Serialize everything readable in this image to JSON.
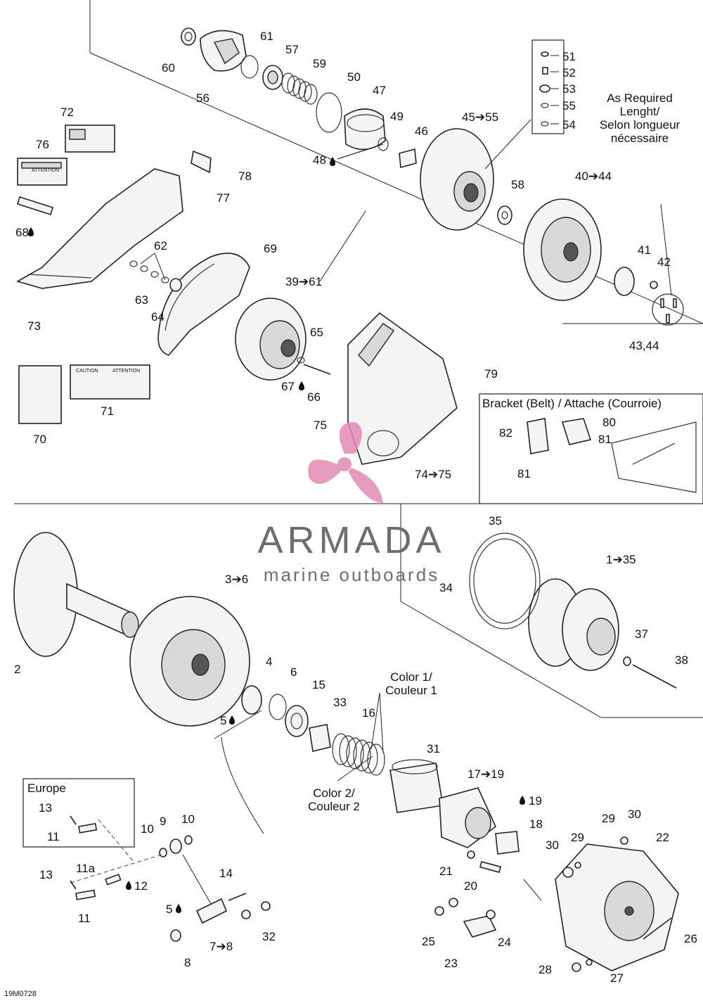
{
  "callouts": {
    "c1": "1➔35",
    "c2": "2",
    "c3": "3➔6",
    "c4": "4",
    "c5a": "5",
    "c5b": "5",
    "c6": "6",
    "c7": "7➔8",
    "c8": "8",
    "c9": "9",
    "c10a": "10",
    "c10b": "10",
    "c11a": "11",
    "c11b": "11",
    "c11c": "11a",
    "c12": "12",
    "c13a": "13",
    "c13b": "13",
    "c14": "14",
    "c15": "15",
    "c16": "16",
    "c17": "17➔19",
    "c18": "18",
    "c19": "19",
    "c20": "20",
    "c21": "21",
    "c22": "22",
    "c23": "23",
    "c24": "24",
    "c25": "25",
    "c26": "26",
    "c27": "27",
    "c28": "28",
    "c29a": "29",
    "c29b": "29",
    "c30a": "30",
    "c30b": "30",
    "c31": "31",
    "c32": "32",
    "c33": "33",
    "c34": "34",
    "c35": "35",
    "c37": "37",
    "c38": "38",
    "c39": "39➔61",
    "c40": "40➔44",
    "c41": "41",
    "c42": "42",
    "c43": "43,44",
    "c45": "45➔55",
    "c46": "46",
    "c47": "47",
    "c48": "48",
    "c49": "49",
    "c50": "50",
    "c51": "51",
    "c52": "52",
    "c53": "53",
    "c54": "54",
    "c55": "55",
    "c56": "56",
    "c57": "57",
    "c58": "58",
    "c59": "59",
    "c60": "60",
    "c61": "61",
    "c62": "62",
    "c63": "63",
    "c64": "64",
    "c65": "65",
    "c66": "66",
    "c67": "67",
    "c68": "68",
    "c69": "69",
    "c70": "70",
    "c71": "71",
    "c72": "72",
    "c73": "73",
    "c74": "74➔75",
    "c75": "75",
    "c76": "76",
    "c77": "77",
    "c78": "78",
    "c79": "79",
    "c80": "80",
    "c81a": "81",
    "c81b": "81",
    "c82": "82"
  },
  "notes": {
    "as_required_1": "As Required",
    "as_required_2": "Lenght/",
    "as_required_3": "Selon longueur",
    "as_required_4": "nécessaire",
    "bracket_title": "Bracket (Belt) / Attache (Courroie)",
    "europe": "Europe",
    "color1_1": "Color 1/",
    "color1_2": "Couleur 1",
    "color2_1": "Color 2/",
    "color2_2": "Couleur 2",
    "drawing_code": "19M0728"
  },
  "watermark": {
    "brand": "ARMADA",
    "tagline": "marine outboards",
    "color": "#e38ab5"
  },
  "label_panels": {
    "l71_a": "CAUTION",
    "l71_b": "ATTENTION",
    "l76": "ATTENTION"
  },
  "icons": [
    "drop-icon",
    "arrow-icon",
    "propeller-logo-icon"
  ]
}
